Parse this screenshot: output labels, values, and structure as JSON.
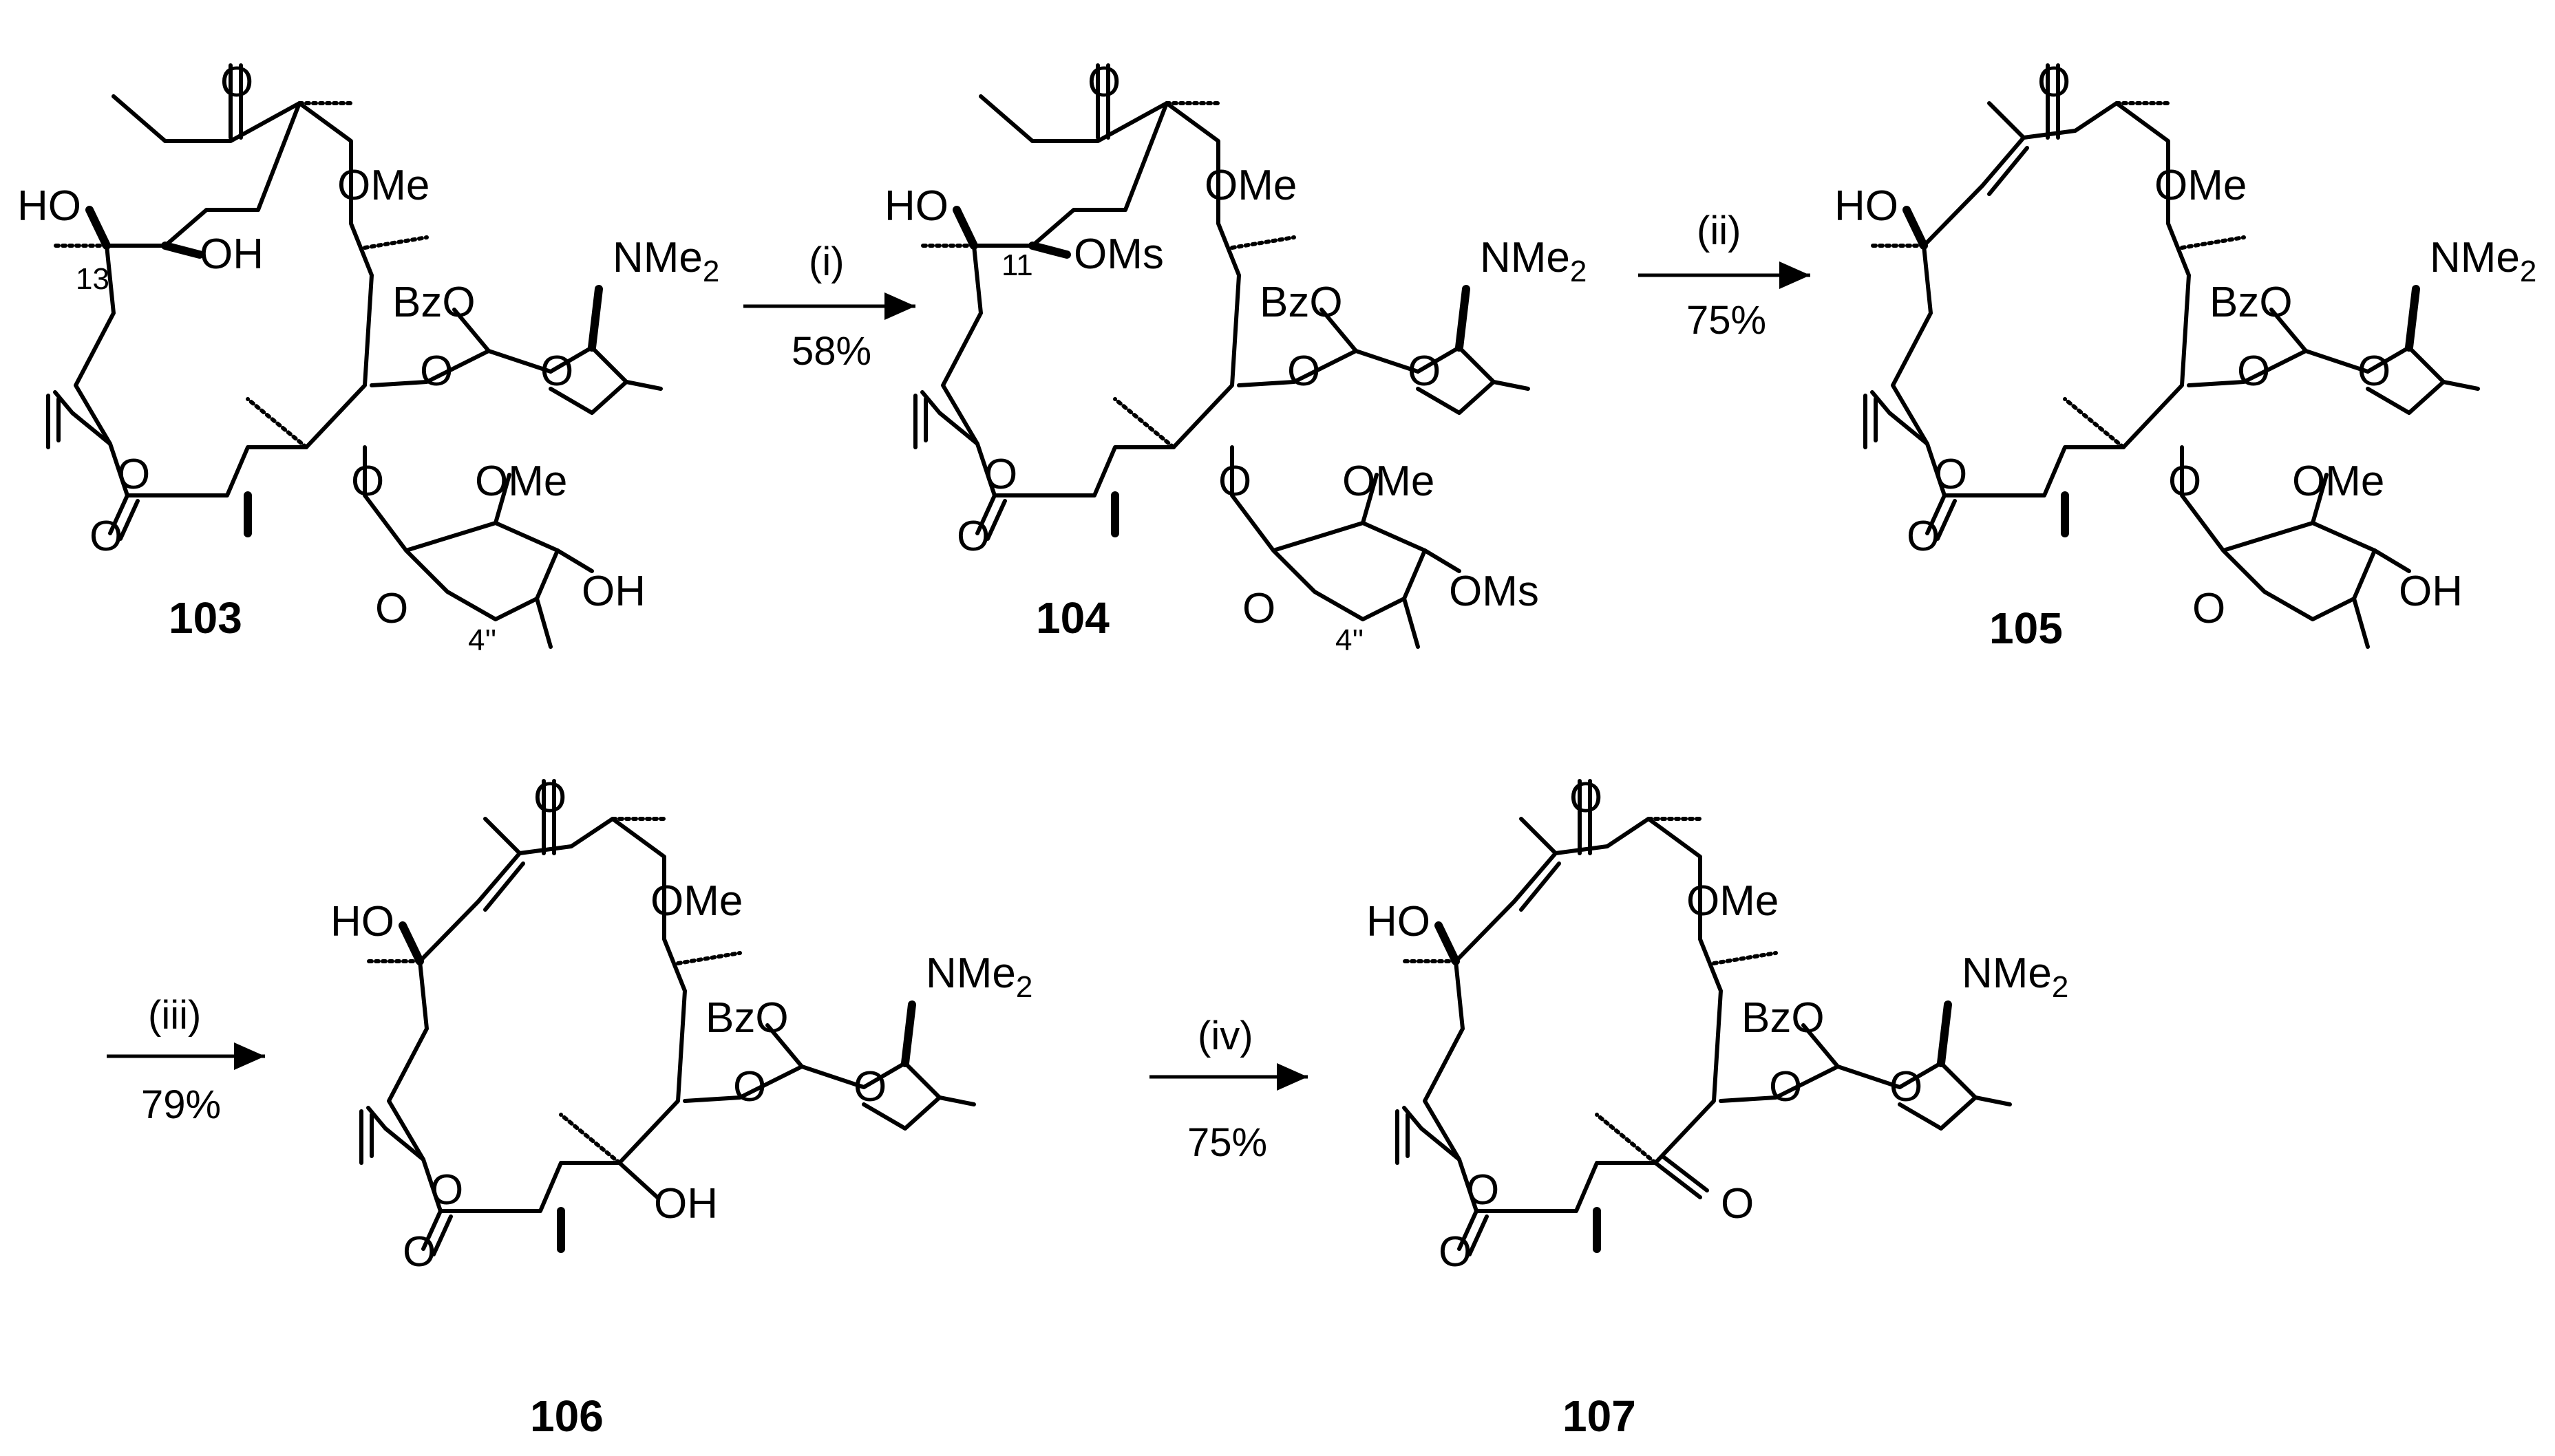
{
  "compounds": [
    {
      "id": "103"
    },
    {
      "id": "104"
    },
    {
      "id": "105"
    },
    {
      "id": "106"
    },
    {
      "id": "107"
    }
  ],
  "steps": [
    {
      "reagent": "(i)",
      "yield": "58%"
    },
    {
      "reagent": "(ii)",
      "yield": "75%"
    },
    {
      "reagent": "(iii)",
      "yield": "79%"
    },
    {
      "reagent": "(iv)",
      "yield": "75%"
    }
  ],
  "atoms": {
    "O": "O",
    "HO": "HO",
    "OH": "OH",
    "OMe": "OMe",
    "BzO": "BzO",
    "OMs": "OMs",
    "NMe": "NMe",
    "two": "2"
  },
  "positions": {
    "c13": "13",
    "c11": "11",
    "c4pp": "4''"
  }
}
